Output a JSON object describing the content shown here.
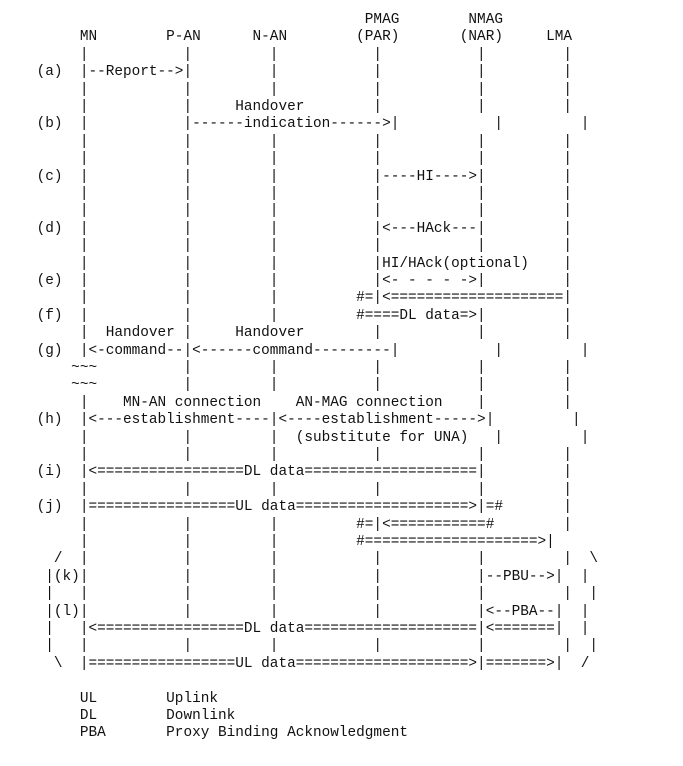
{
  "lines": [
    "                                       PMAG        NMAG",
    "      MN        P-AN      N-AN        (PAR)       (NAR)     LMA",
    "      |           |         |           |           |         |",
    " (a)  |--Report-->|         |           |           |         |",
    "      |           |         |           |           |         |",
    "      |           |     Handover        |           |         |",
    " (b)  |           |------indication------>|           |         |",
    "      |           |         |           |           |         |",
    "      |           |         |           |           |         |",
    " (c)  |           |         |           |----HI---->|         |",
    "      |           |         |           |           |         |",
    "      |           |         |           |           |         |",
    " (d)  |           |         |           |<---HAck---|         |",
    "      |           |         |           |           |         |",
    "      |           |         |           |HI/HAck(optional)    |",
    " (e)  |           |         |           |<- - - - ->|         |",
    "      |           |         |         #=|<====================|",
    " (f)  |           |         |         #====DL data=>|         |",
    "      |  Handover |     Handover        |           |         |",
    " (g)  |<-command--|<------command---------|           |         |",
    "     ~~~          |         |           |           |         |",
    "     ~~~          |         |           |           |         |",
    "      |    MN-AN connection    AN-MAG connection    |         |",
    " (h)  |<---establishment----|<----establishment----->|         |",
    "      |           |         |  (substitute for UNA)   |         |",
    "      |           |         |           |           |         |",
    " (i)  |<=================DL data====================|         |",
    "      |           |         |           |           |         |",
    " (j)  |=================UL data====================>|=#       |",
    "      |           |         |         #=|<===========#        |",
    "      |           |         |         #====================>|",
    "   /  |           |         |           |           |         |  \\",
    "  |(k)|           |         |           |           |--PBU-->|  |",
    "  |   |           |         |           |           |         |  |",
    "  |(l)|           |         |           |           |<--PBA--|  |",
    "  |   |<=================DL data====================|<=======|  |",
    "  |   |           |         |           |           |         |  |",
    "   \\  |=================UL data====================>|=======>|  /",
    "",
    "      UL        Uplink",
    "      DL        Downlink",
    "      PBA       Proxy Binding Acknowledgment"
  ]
}
